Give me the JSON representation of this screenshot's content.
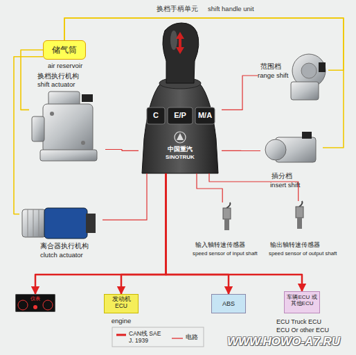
{
  "diagram": {
    "nodes": [
      {
        "text": [
          "C",
          "E/P",
          "M/A",
          "中国重汽",
          "SINOTRUK"
        ]
      },
      {
        "text": [
          "储气筒",
          "air reservoir"
        ]
      },
      {
        "text": [
          "换档执行机构",
          "shift actuator"
        ]
      },
      {
        "text": [
          "范围档",
          "range shift"
        ]
      },
      {
        "text": [
          "插分档",
          "insert shift"
        ]
      },
      {
        "text": [
          "离合器执行机构",
          "clutch actuator"
        ]
      },
      {
        "text": [
          "输入轴转速传感器",
          "speed sensor of input shaft"
        ]
      },
      {
        "text": [
          "输出轴转速传感器",
          "speed sensor of output shaft"
        ]
      },
      {
        "text": [
          "仪表"
        ]
      },
      {
        "text": [
          "发动机 ECU",
          "engine"
        ]
      },
      {
        "text": [
          "ABS"
        ]
      },
      {
        "text": [
          "车辆ECU 或其他ECU",
          "ECU Truck ECU",
          "ECU Or other ECU"
        ]
      }
    ],
    "edges": [
      {
        "from": 0,
        "to": 2,
        "arrow": "none"
      },
      {
        "from": 0,
        "to": 3,
        "arrow": "none"
      },
      {
        "from": 0,
        "to": 4,
        "arrow": "none"
      },
      {
        "from": 0,
        "to": 5,
        "arrow": "none"
      },
      {
        "from": 0,
        "to": 6,
        "arrow": "none"
      },
      {
        "from": 0,
        "to": 7,
        "arrow": "none"
      },
      {
        "from": 1,
        "to": 2,
        "arrow": "none"
      },
      {
        "from": 1,
        "to": 3,
        "arrow": "none"
      },
      {
        "from": 1,
        "to": 4,
        "arrow": "none"
      },
      {
        "from": 1,
        "to": 5,
        "arrow": "none"
      },
      {
        "from": 0,
        "to": 8,
        "arrow": "to"
      },
      {
        "from": 0,
        "to": 9,
        "arrow": "to"
      },
      {
        "from": 0,
        "to": 10,
        "arrow": "to"
      },
      {
        "from": 0,
        "to": 11,
        "arrow": "to"
      }
    ],
    "labels": [
      "换档手柄单元",
      "shift handle unit",
      "WWW.HOWO-A7.RU"
    ],
    "legend": [
      {
        "text": "CAN线 SAE J. 1939"
      },
      {
        "text": "电路"
      }
    ]
  }
}
